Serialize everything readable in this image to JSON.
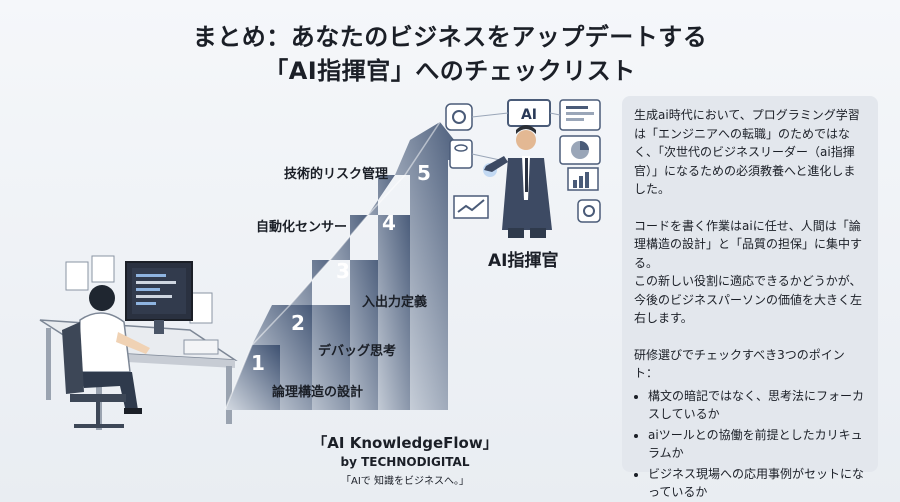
{
  "title": {
    "line1": "まとめ：あなたのビジネスをアップデートする",
    "line2": "「AI指揮官」へのチェックリスト"
  },
  "steps": [
    {
      "number": "1",
      "label": "論理構造の設計"
    },
    {
      "number": "2",
      "label": "デバッグ思考"
    },
    {
      "number": "3",
      "label": "入出力定義"
    },
    {
      "number": "4",
      "label": "自動化センサー"
    },
    {
      "number": "5",
      "label": "技術的リスク管理"
    }
  ],
  "role_label": "AI指揮官",
  "ai_chip": "AI",
  "panel": {
    "para1": "生成ai時代において、プログラミング学習は「エンジニアへの転職」のためではなく、「次世代のビジネスリーダー（ai指揮官）」になるための必須教養へと進化しました。",
    "para2": "コードを書く作業はaiに任せ、人間は「論理構造の設計」と「品質の担保」に集中する。",
    "para3": "この新しい役割に適応できるかどうかが、今後のビジネスパーソンの価値を大きく左右します。",
    "checklist_title": "研修選びでチェックすべき3つのポイント：",
    "checklist": [
      "構文の暗記ではなく、思考法にフォーカスしているか",
      "aiツールとの協働を前提としたカリキュラムか",
      "ビジネス現場への応用事例がセットになっているか"
    ]
  },
  "brand": {
    "name": "「AI KnowledgeFlow」",
    "by": "by TECHNODIGITAL",
    "tagline": "「AIで 知識をビジネスへ。」"
  },
  "colors": {
    "step_dark": "#4a5b78",
    "step_light": "#c9d0db",
    "panel_bg": "#e3e7ed"
  }
}
